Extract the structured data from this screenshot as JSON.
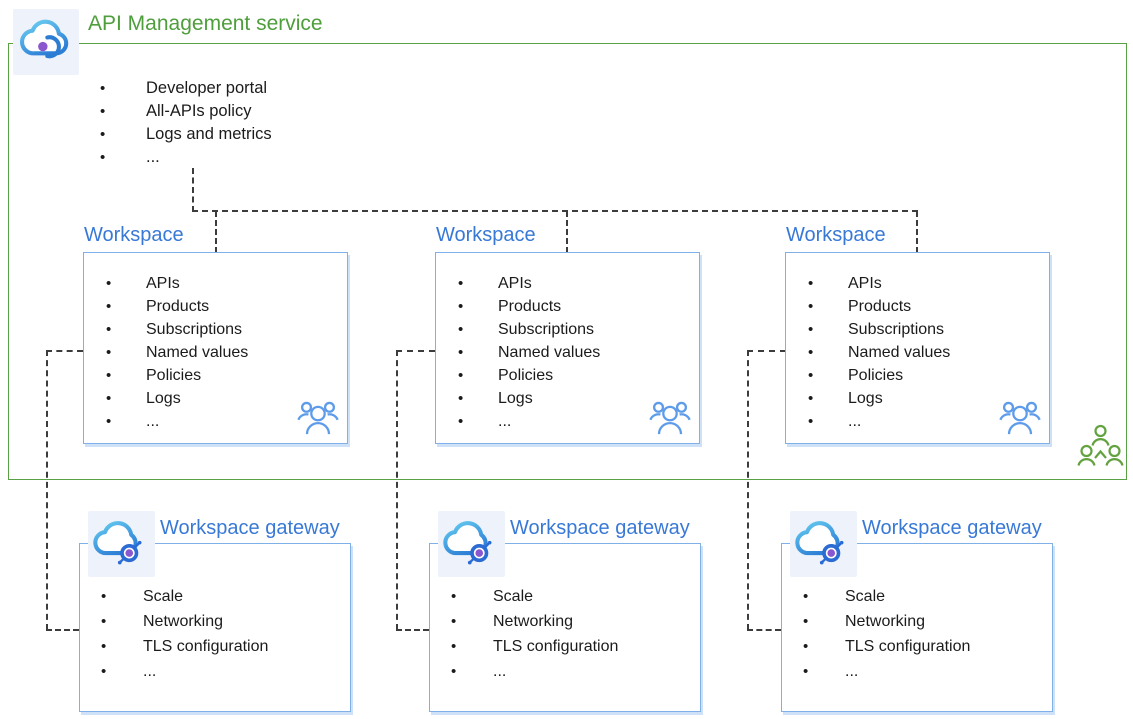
{
  "diagram": {
    "service": {
      "title": "API Management service",
      "items": [
        "Developer portal",
        "All-APIs policy",
        "Logs and metrics",
        "..."
      ]
    },
    "workspaces": [
      {
        "label": "Workspace",
        "items": [
          "APIs",
          "Products",
          "Subscriptions",
          "Named values",
          "Policies",
          "Logs",
          "..."
        ]
      },
      {
        "label": "Workspace",
        "items": [
          "APIs",
          "Products",
          "Subscriptions",
          "Named values",
          "Policies",
          "Logs",
          "..."
        ]
      },
      {
        "label": "Workspace",
        "items": [
          "APIs",
          "Products",
          "Subscriptions",
          "Named values",
          "Policies",
          "Logs",
          "..."
        ]
      }
    ],
    "gateways": [
      {
        "label": "Workspace gateway",
        "items": [
          "Scale",
          "Networking",
          "TLS configuration",
          "..."
        ]
      },
      {
        "label": "Workspace gateway",
        "items": [
          "Scale",
          "Networking",
          "TLS configuration",
          "..."
        ]
      },
      {
        "label": "Workspace gateway",
        "items": [
          "Scale",
          "Networking",
          "TLS configuration",
          "..."
        ]
      }
    ],
    "icons": {
      "service_icon": "api-management-cloud",
      "gateway_icon": "workspace-gateway-cloud",
      "workspace_people_icon": "team-people-blue",
      "external_people_icon": "users-group-green"
    },
    "colors": {
      "service_green": "#58A245",
      "label_blue": "#3879D6",
      "box_border_blue": "#7FB0E8",
      "dash_gray": "#3C3C3C",
      "people_blue": "#5E9CEA",
      "people_green": "#62A23F",
      "icon_purple": "#8A57CE"
    }
  }
}
